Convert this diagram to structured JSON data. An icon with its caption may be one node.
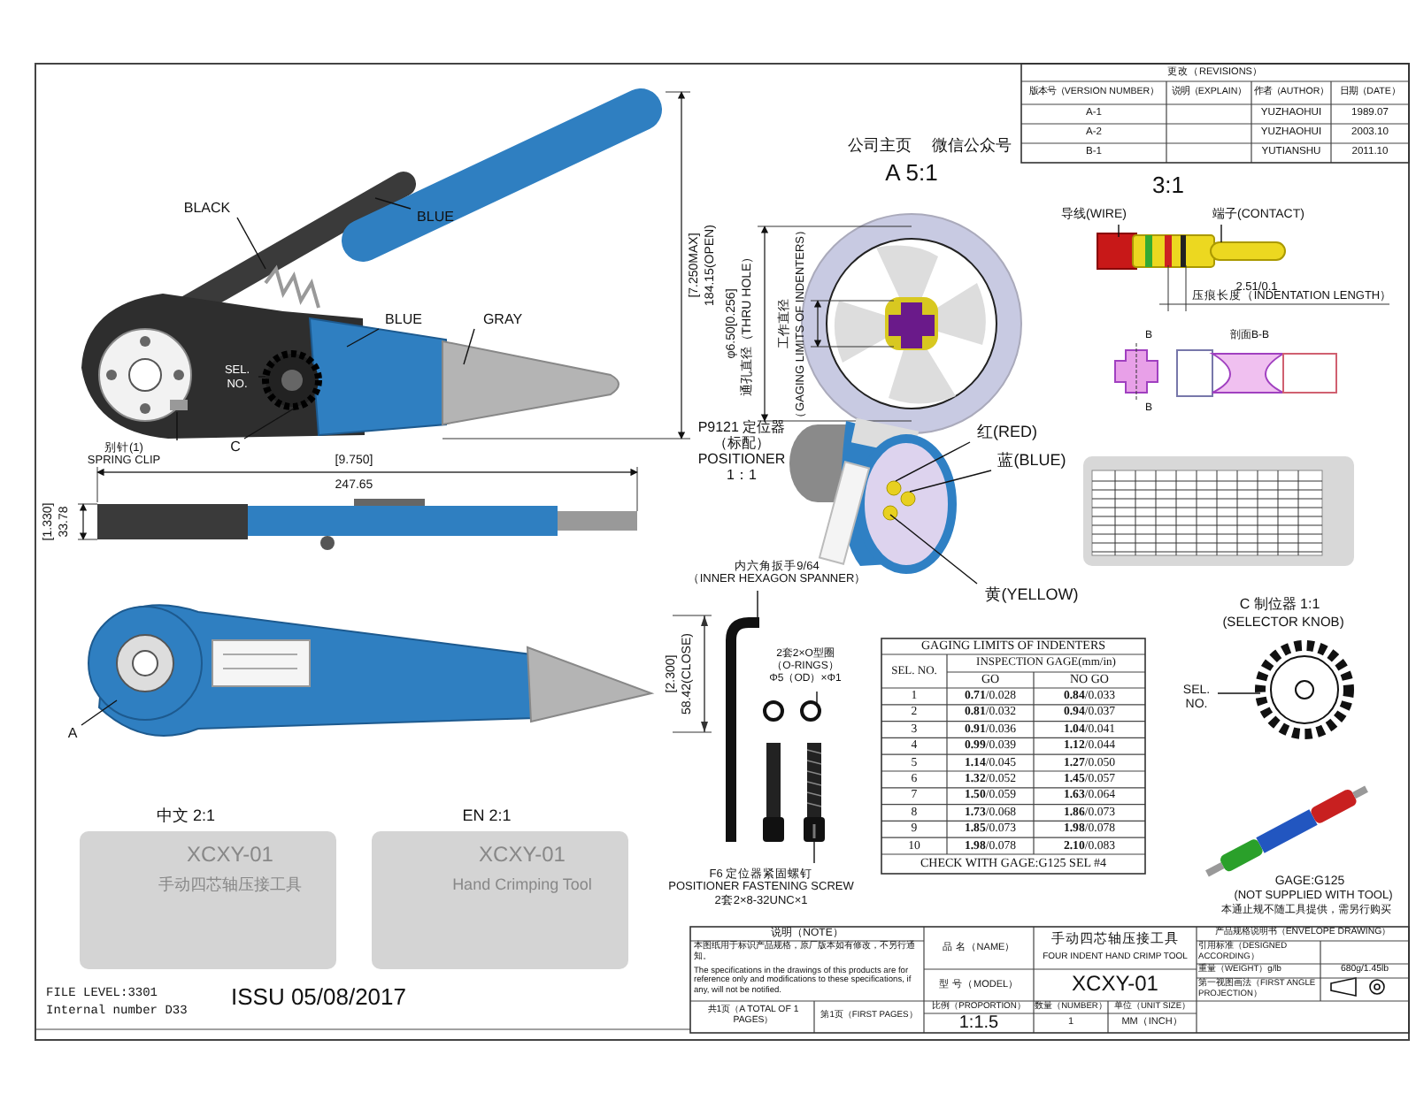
{
  "diagram": {
    "nodes": [
      {
        "text": [
          "BLACK"
        ]
      },
      {
        "text": [
          "BLUE"
        ]
      },
      {
        "text": [
          "BLUE"
        ]
      },
      {
        "text": [
          "GRAY"
        ]
      },
      {
        "text": [
          "别针(1)",
          "SPRING CLIP"
        ]
      },
      {
        "text": [
          "C"
        ]
      },
      {
        "text": [
          "SEL.",
          "NO."
        ]
      },
      {
        "text": [
          "A"
        ]
      },
      {
        "text": [
          "导线(WIRE)"
        ]
      },
      {
        "text": [
          "端子(CONTACT)"
        ]
      },
      {
        "text": [
          "红(RED)"
        ]
      },
      {
        "text": [
          "蓝(BLUE)"
        ]
      },
      {
        "text": [
          "黄(YELLOW)"
        ]
      },
      {
        "text": [
          "内六角扳手9/64",
          "（INNER HEXAGON SPANNER）"
        ]
      },
      {
        "text": [
          "2套2×O型圈",
          "（O-RINGS）",
          "Φ5（OD）×Φ1"
        ]
      },
      {
        "text": [
          "F6 定位器紧固螺钉",
          "POSITIONER FASTENING SCREW",
          "2套2×8-32UNC×1"
        ]
      },
      {
        "text": [
          "SEL.",
          "NO."
        ]
      },
      {
        "text": [],
        "shape": "circle"
      },
      {
        "text": [],
        "shape": "picture"
      },
      {
        "text": [],
        "shape": "circle"
      },
      {
        "text": [],
        "shape": "picture"
      },
      {
        "text": [],
        "shape": "circle"
      },
      {
        "text": [],
        "shape": "circle"
      },
      {
        "text": [],
        "shape": "circle"
      }
    ],
    "edges": [
      {
        "from": 0,
        "to": null,
        "arrow": "none"
      },
      {
        "from": 1,
        "to": null,
        "arrow": "none"
      },
      {
        "from": 2,
        "to": null,
        "arrow": "none"
      },
      {
        "from": 3,
        "to": null,
        "arrow": "none"
      },
      {
        "from": 4,
        "to": null,
        "arrow": "none"
      },
      {
        "from": 5,
        "to": 17,
        "arrow": "none"
      },
      {
        "from": 6,
        "to": null,
        "arrow": "none"
      },
      {
        "from": 7,
        "to": null,
        "arrow": "none"
      },
      {
        "from": 8,
        "to": null,
        "arrow": "none"
      },
      {
        "from": 9,
        "to": null,
        "arrow": "none"
      },
      {
        "from": 10,
        "to": 21,
        "arrow": "none"
      },
      {
        "from": 11,
        "to": 22,
        "arrow": "none"
      },
      {
        "from": 12,
        "to": 23,
        "arrow": "none"
      },
      {
        "from": 13,
        "to": 18,
        "arrow": "none"
      },
      {
        "from": 14,
        "to": 19,
        "arrow": "none"
      },
      {
        "from": 15,
        "to": 20,
        "arrow": "none"
      },
      {
        "from": 16,
        "to": null,
        "arrow": "none"
      }
    ],
    "labels": [
      "公司主页",
      "微信公众号",
      "A 5:1",
      "3:1",
      "[7.250MAX]",
      "184.15(OPEN)",
      "φ6.50[0.256]",
      "通孔直径（THRU HOLE）",
      "工作直径",
      "（GAGING LIMITS OF INDENTERS）",
      "2.51/0.1",
      "压痕长度（INDENTATION LENGTH）",
      "B",
      "剖面B-B",
      "B",
      "[9.750]",
      "247.65",
      "[1.330]",
      "33.78",
      "[2.300]",
      "58.42(CLOSE)",
      "P9121 定位器（标配） POSITIONER 1：1",
      "C 制位器 1:1",
      "(SELECTOR KNOB)",
      "GAGE:G125",
      "(NOT SUPPLIED WITH TOOL)",
      "本通止规不随工具提供，需另行购买",
      "中文 2:1",
      "EN 2:1",
      "XCXY-01",
      "手动四芯轴压接工具",
      "XCXY-01",
      "Hand Crimping Tool",
      "FILE LEVEL:3301",
      "Internal number D33",
      "ISSU 05/08/2017",
      "更改（REVISIONS）",
      "版本号（VERSION NUMBER）",
      "说明（EXPLAIN）",
      "作者（AUTHOR）",
      "日期（DATE）",
      "A-1",
      "YUZHAOHUI",
      "1989.07",
      "A-2",
      "YUZHAOHUI",
      "2003.10",
      "B-1",
      "YUTIANSHU",
      "2011.10",
      "GAGING LIMITS OF INDENTERS",
      "SEL. NO.",
      "INSPECTION GAGE(mm/in)",
      "GO",
      "NO GO",
      "1",
      "**0.71**/0.028",
      "**0.84**/0.033",
      "2",
      "**0.81**/0.032",
      "**0.94**/0.037",
      "3",
      "**0.91**/0.036",
      "**1.04**/0.041",
      "4",
      "**0.99**/0.039",
      "**1.12**/0.044",
      "5",
      "**1.14**/0.045",
      "**1.27**/0.050",
      "6",
      "**1.32**/0.052",
      "**1.45**/0.057",
      "7",
      "**1.50**/0.059",
      "**1.63**/0.064",
      "8",
      "**1.73**/0.068",
      "**1.86**/0.073",
      "9",
      "**1.85**/0.073",
      "**1.98**/0.078",
      "10",
      "**1.98**/0.078",
      "**2.10**/0.083",
      "CHECK WITH GAGE:G125 SEL #4",
      "说明（NOTE）",
      "本图纸用于标识产品规格，原厂版本如有修改，不另行通知。",
      "The specifications in the drawings of this products are for reference only and modifications to these specifications, if any, will not be notified.",
      "共1页（A TOTAL OF 1 PAGES）",
      "第1页（FIRST PAGES）",
      "品 名（NAME）",
      "手动四芯轴压接工具",
      "FOUR INDENT HAND CRIMP TOOL",
      "产品规格说明书（ENVELOPE DRAWING）",
      "引用标准（DESIGNED ACCORDING）",
      "型 号（MODEL）",
      "XCXY-01",
      "重量（WEIGHT）g/lb",
      "680g/1.45lb",
      "第一视图画法（FIRST ANGLE PROJECTION）",
      "比例（PROPORTION）",
      "数量（NUMBER）",
      "单位（UNIT SIZE）",
      "1:1.5",
      "1",
      "MM（INCH）"
    ]
  }
}
